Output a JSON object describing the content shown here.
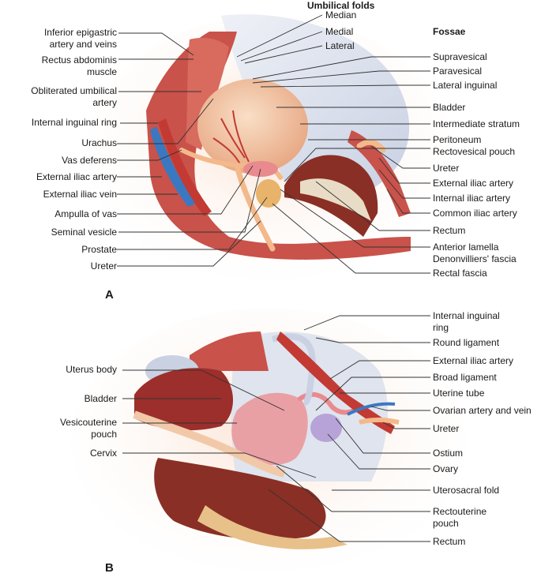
{
  "panel_a": {
    "panel_label": "A",
    "header_umbilical": "Umbilical folds",
    "header_fossae": "Fossae",
    "left_labels": [
      "Inferior epigastric\nartery and veins",
      "Rectus abdominis\nmuscle",
      "Obliterated umbilical\nartery",
      "Internal inguinal ring",
      "Urachus",
      "Vas deferens",
      "External iliac artery",
      "External iliac vein",
      "Ampulla of vas",
      "Seminal vesicle",
      "Prostate",
      "Ureter"
    ],
    "fold_labels": [
      "Median",
      "Medial",
      "Lateral"
    ],
    "right_labels": [
      "Supravesical",
      "Paravesical",
      "Lateral inguinal",
      "Bladder",
      "Intermediate stratum",
      "Peritoneum",
      "Rectovesical pouch",
      "Ureter",
      "External iliac artery",
      "Internal iliac artery",
      "Common iliac artery",
      "Rectum",
      "Anterior lamella\nDenonvilliers' fascia",
      "Rectal fascia"
    ]
  },
  "panel_b": {
    "panel_label": "B",
    "left_labels": [
      "Uterus body",
      "Bladder",
      "Vesicouterine\npouch",
      "Cervix"
    ],
    "right_labels": [
      "Internal inguinal\nring",
      "Round ligament",
      "External iliac artery",
      "Broad ligament",
      "Uterine tube",
      "Ovarian artery and vein",
      "Ureter",
      "Ostium",
      "Ovary",
      "Uterosacral fold",
      "Rectouterine\npouch",
      "Rectum"
    ]
  },
  "colors": {
    "muscle": "#c9524a",
    "muscle_dark": "#9c2f2b",
    "peritoneum": "#dfe4ee",
    "bladder": "#f2c9a8",
    "vein": "#3b78c2",
    "artery": "#c23a33",
    "vas": "#f3b98a",
    "rectum": "#8a2f25",
    "uterus": "#e9a0a4",
    "ovary": "#b8a3d8",
    "skin_glow": "#f8d9c4",
    "leader": "#333333"
  }
}
